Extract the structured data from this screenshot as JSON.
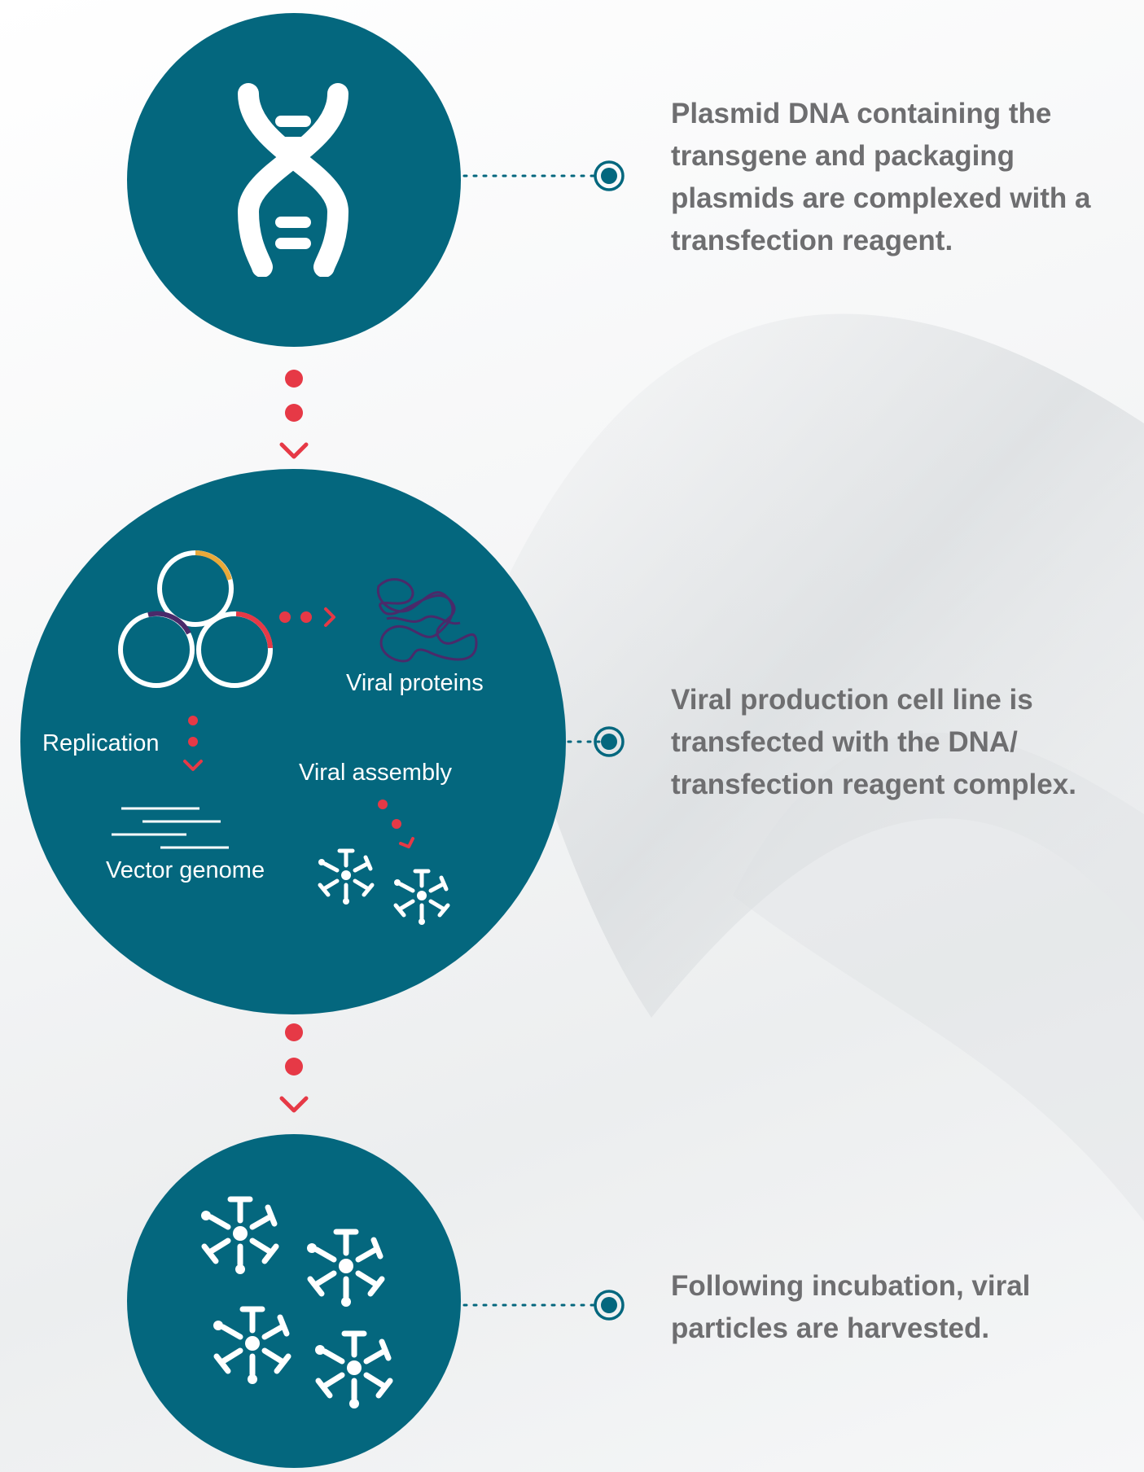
{
  "colors": {
    "teal": "#04677e",
    "red": "#e63946",
    "gold": "#e8a93a",
    "purple": "#4a2a6a",
    "text_gray": "#6e6e70"
  },
  "steps": [
    {
      "icon": "dna-helix-icon",
      "text": "Plasmid DNA containing the transgene and packaging plasmids are complexed with a transfection reagent."
    },
    {
      "icon": "cell-production-icon",
      "text": "Viral production cell line is transfected with the DNA/ transfection reagent complex.",
      "labels": {
        "viral_proteins": "Viral proteins",
        "replication": "Replication",
        "viral_assembly": "Viral assembly",
        "vector_genome": "Vector genome"
      }
    },
    {
      "icon": "viral-particles-icon",
      "text": "Following incubation, viral particles are harvested."
    }
  ]
}
